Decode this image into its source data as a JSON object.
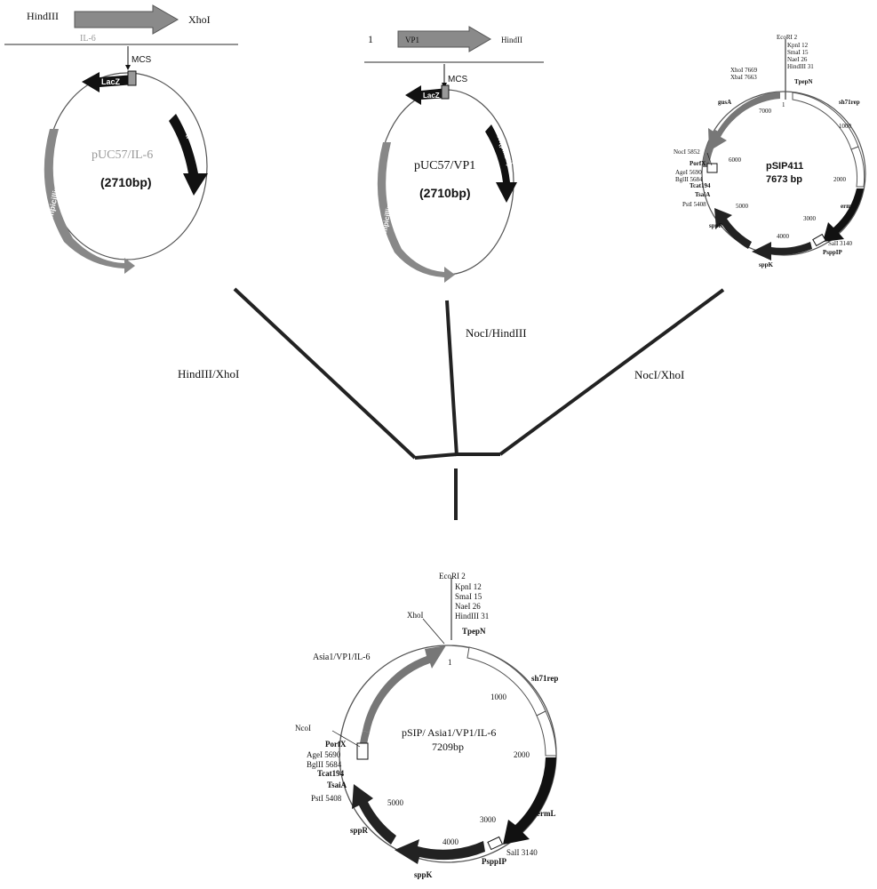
{
  "gene1": {
    "left_site": "HindIII",
    "gene": "IL-6",
    "right_site": "XhoI"
  },
  "gene2": {
    "index": "1",
    "gene": "VP1",
    "right_site": "HindII"
  },
  "plasmid1": {
    "name": "pUC57/IL-6",
    "size": "(2710bp)",
    "mcs": "MCS",
    "lacz": "LacZ",
    "ori": "ori(pMB1)",
    "amp": "Ampicillin"
  },
  "plasmid2": {
    "name": "pUC57/VP1",
    "size": "(2710bp)",
    "mcs": "MCS",
    "lacz": "LacZ",
    "ori": "ori(pMB1)",
    "amp": "Ampicillin"
  },
  "plasmid3": {
    "name": "pSIP411",
    "size": "7673 bp",
    "top_sites": [
      "EcoRI 2",
      "KpnI 12",
      "SmaI 15",
      "NaeI 26",
      "HindIII 31"
    ],
    "xho": "XhoI 7669",
    "xba": "XbaI 7663",
    "tpepn": "TpepN",
    "one": "1",
    "gusa": "gusA",
    "sh71rep": "sh71rep",
    "erml": "ermL",
    "ppp": "PsppIP",
    "sppk": "sppK",
    "sppr": "sppR",
    "sali": "SalI 3140",
    "noci": "NocI 5852",
    "porfx": "PorfX",
    "agei": "AgeI 5690",
    "bglii": "BglII 5684",
    "tcat": "Tcat194",
    "tsaia": "TsaiA",
    "psti": "PstI 5408",
    "ticks": [
      "1000",
      "2000",
      "3000",
      "4000",
      "5000",
      "6000",
      "7000"
    ]
  },
  "digests": {
    "left": "HindIII/XhoI",
    "middle": "NocI/HindIII",
    "right": "NocI/XhoI"
  },
  "final": {
    "name": "pSIP/ Asia1/VP1/IL-6",
    "size": "7209bp",
    "top_sites": [
      "EcoRI 2",
      "KpnI 12",
      "SmaI 15",
      "NaeI 26",
      "HindIII 31"
    ],
    "xho": "XhoI",
    "tpepn": "TpepN",
    "one": "1",
    "insert": "Asia1/VP1/IL-6",
    "sh71rep": "sh71rep",
    "erml": "ermL",
    "ppp": "PsppIP",
    "sppk": "sppK",
    "sppr": "sppR",
    "sali": "SalI 3140",
    "noci": "NcoI",
    "porfx": "PorfX",
    "agei": "AgeI 5690",
    "bglii": "BglII 5684",
    "tcat": "Tcat194",
    "tsaia": "TsaiA",
    "psti": "PstI 5408",
    "ticks": [
      "1000",
      "2000",
      "3000",
      "4000",
      "5000"
    ]
  }
}
